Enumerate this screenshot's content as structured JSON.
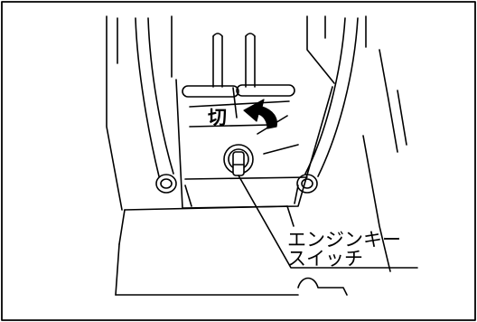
{
  "diagram": {
    "position_label": "切",
    "callout": {
      "line1": "エンジンキー",
      "line2": "スイッチ"
    }
  },
  "colors": {
    "ink": "#000000",
    "paper": "#ffffff",
    "arrow_fill": "#000000"
  },
  "icons": {
    "rotation_arrow": "curved-arrow-icon",
    "key_knob": "key-knob-icon"
  }
}
